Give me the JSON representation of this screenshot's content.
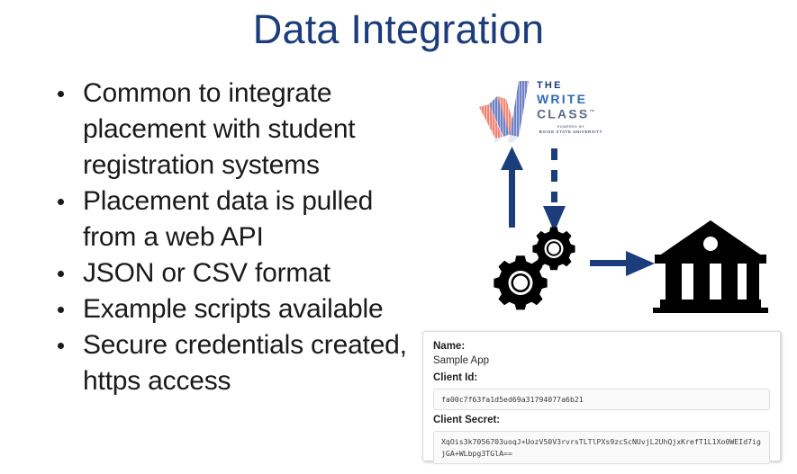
{
  "slide": {
    "title": "Data Integration",
    "title_color": "#1c3d7c"
  },
  "bullets": [
    {
      "text": "Common to integrate placement with student registration systems"
    },
    {
      "text": "Placement data is pulled from a web API"
    },
    {
      "text": "JSON or CSV format"
    },
    {
      "text": "Example scripts available"
    },
    {
      "text": "Secure credentials created, https access"
    }
  ],
  "logo": {
    "line1": "THE",
    "line2": "WRITE",
    "line3": "CLASS",
    "trademark": "™",
    "powered_by": "POWERED BY",
    "university": "BOISE STATE UNIVERSITY",
    "mark_blue": "#6b7fc4",
    "mark_red": "#ef8272",
    "text_navy": "#1c3d7c"
  },
  "diagram": {
    "accent_color": "#1c3d7c",
    "icon_color": "#000000",
    "arrow_up_label": "upload-arrow",
    "arrow_down_label": "download-arrow",
    "gears_label": "integration-gears",
    "arrow_right_label": "transfer-arrow",
    "institution_label": "institution-building"
  },
  "credentials": {
    "name_label": "Name:",
    "name_value": "Sample App",
    "client_id_label": "Client Id:",
    "client_id_value": "fa00c7f63fa1d5ed69a31794077a6b21",
    "client_secret_label": "Client Secret:",
    "client_secret_value": "XqOis3k7056703uoqJ+UozV50V3rvrsTLTlPXs9zcScNUvjL2UhQjxKrefT1L1Xo0WEId7igjGA+WLbpg3TGlA=="
  }
}
